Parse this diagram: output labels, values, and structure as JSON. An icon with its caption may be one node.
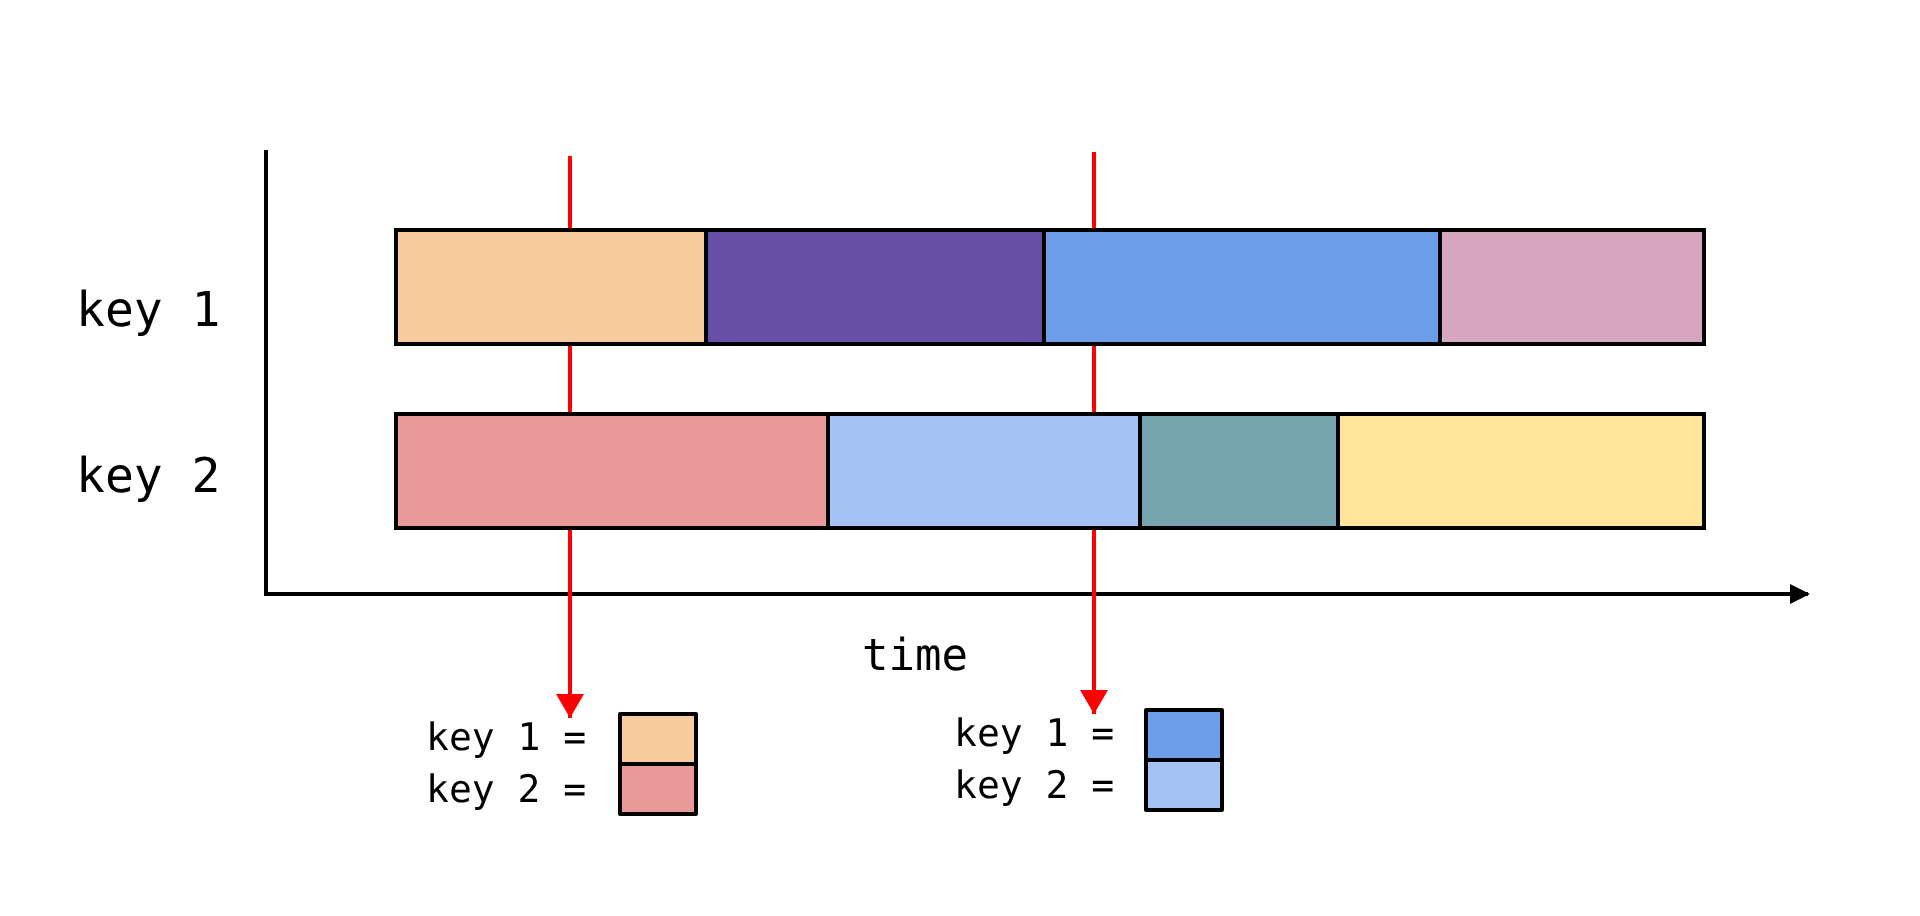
{
  "diagram": {
    "nodes": [
      {
        "text": [],
        "shape": "bar"
      },
      {
        "text": [],
        "shape": "bar"
      },
      {
        "text": [],
        "shape": "bar"
      },
      {
        "text": [],
        "shape": "bar"
      },
      {
        "text": [],
        "shape": "bar"
      },
      {
        "text": [],
        "shape": "bar"
      },
      {
        "text": [],
        "shape": "bar"
      },
      {
        "text": [],
        "shape": "bar"
      },
      {
        "text": [
          "key 1 ="
        ]
      },
      {
        "text": [],
        "shape": "box"
      },
      {
        "text": [
          "key 2 ="
        ]
      },
      {
        "text": [],
        "shape": "box"
      },
      {
        "text": [
          "key 1 ="
        ]
      },
      {
        "text": [],
        "shape": "box"
      },
      {
        "text": [
          "key 2 ="
        ]
      },
      {
        "text": [],
        "shape": "box"
      }
    ],
    "edges": [
      {
        "from": null,
        "to": 8,
        "arrow": "to"
      },
      {
        "from": null,
        "to": 12,
        "arrow": "to"
      }
    ],
    "labels": [
      "key 1",
      "key 2",
      "time"
    ]
  }
}
